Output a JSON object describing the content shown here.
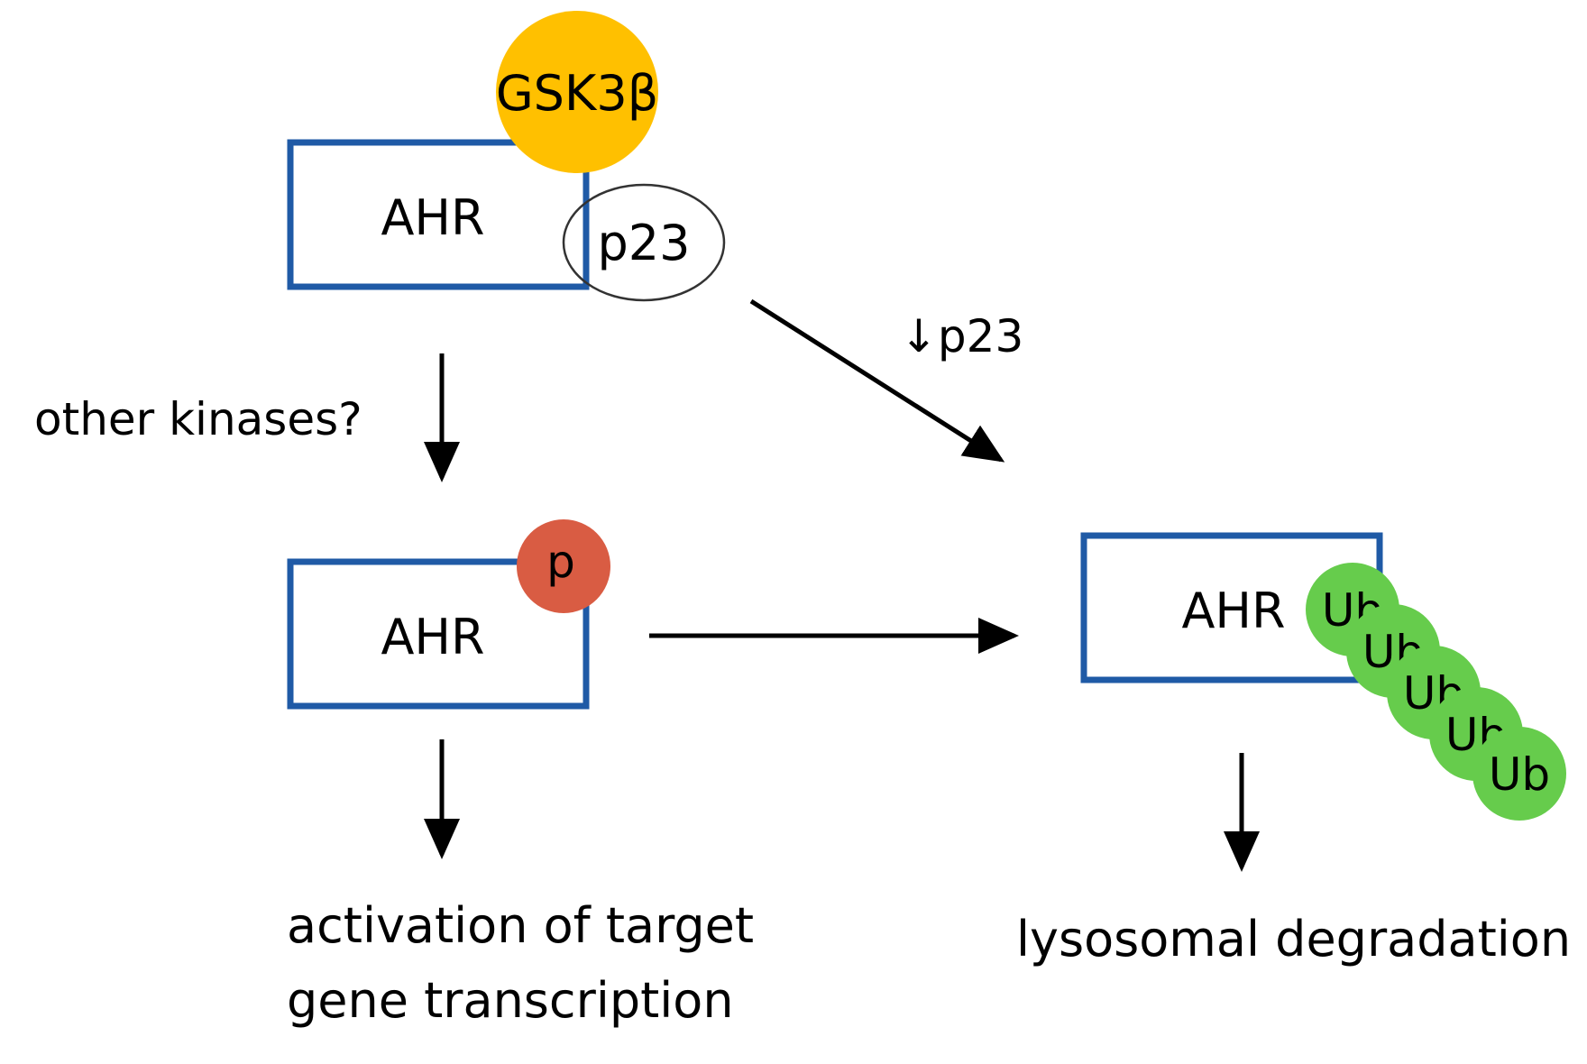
{
  "colors": {
    "box_border": "#1f5aa6",
    "gsk3b": "#ffc000",
    "phospho": "#d95c43",
    "ubiquitin": "#66cc4c",
    "p23_outline": "#333333"
  },
  "top": {
    "ahr": "AHR",
    "gsk3b": "GSK3β",
    "p23": "p23"
  },
  "left": {
    "ahr": "AHR",
    "phospho": "p",
    "kinase_label": "other kinases?"
  },
  "right": {
    "ahr": "AHR",
    "ub": [
      "Ub",
      "Ub",
      "Ub",
      "Ub",
      "Ub"
    ]
  },
  "edges": {
    "p23_down_label": "↓p23"
  },
  "outcomes": {
    "left_line1": "activation of target",
    "left_line2": "gene transcription",
    "right": "lysosomal degradation"
  }
}
